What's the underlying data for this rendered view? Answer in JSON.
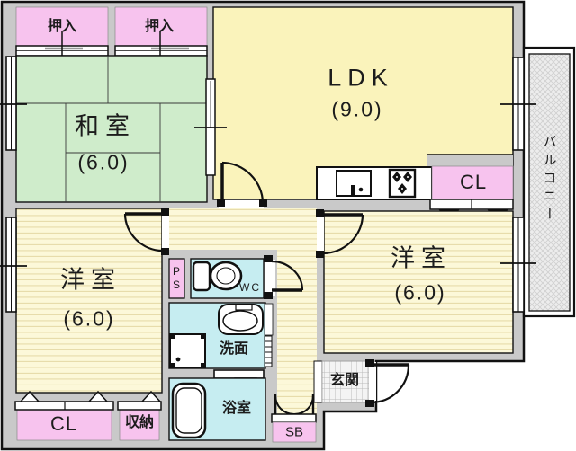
{
  "rooms": {
    "washitsu": {
      "label": "和室",
      "size": "(6.0)"
    },
    "ldk": {
      "label": "LDK",
      "size": "(9.0)"
    },
    "western_left": {
      "label": "洋室",
      "size": "(6.0)"
    },
    "western_right": {
      "label": "洋室",
      "size": "(6.0)"
    },
    "balcony": {
      "label": "バルコニー"
    },
    "entrance": {
      "label": "玄関"
    },
    "washroom": {
      "label": "洗面"
    },
    "bathroom": {
      "label": "浴室"
    },
    "toilet": {
      "label": "WC"
    }
  },
  "closets": {
    "oshiire_left": {
      "label": "押入"
    },
    "oshiire_right": {
      "label": "押入"
    },
    "cl_top": {
      "label": "CL"
    },
    "cl_bottom": {
      "label": "CL"
    },
    "shuno": {
      "label": "収納"
    },
    "shoe_box": {
      "label": "SB"
    },
    "pipe_space": {
      "label": "PS"
    }
  },
  "colors": {
    "wall_gray": "#c9c9c9",
    "outline": "#111111",
    "tatami_green": "#cfeccb",
    "room_yellow": "#faf3bb",
    "flooring_stripe_bg": "#fcf8d9",
    "flooring_stripe_line": "#e7dcab",
    "wet_area_cyan": "#c6edf1",
    "closet_pink": "#f7c3ee",
    "balcony_hatch_bg": "#ededed",
    "entrance_tile": "#f4f4f4"
  },
  "icons": [
    "kitchen-sink-icon",
    "stove-icon",
    "toilet-icon",
    "washbasin-icon",
    "washing-machine-icon",
    "bathtub-icon",
    "towel-rail-icon",
    "door-swing-icon",
    "double-door-icon",
    "sliding-door-marker",
    "window-icon",
    "sliding-partition-icon"
  ]
}
